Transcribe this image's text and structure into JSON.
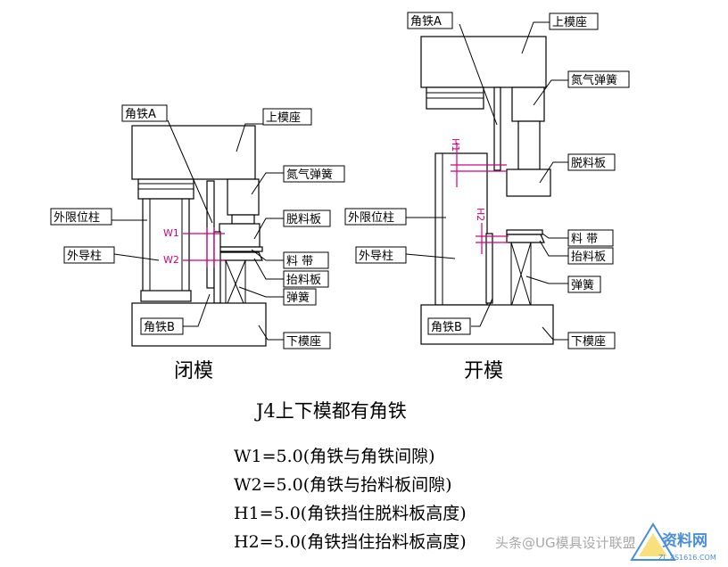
{
  "closed_view": {
    "caption": "闭模",
    "labels": {
      "angle_iron_a": "角铁A",
      "upper_die_seat": "上模座",
      "nitrogen_spring": "氮气弹簧",
      "stripper_plate": "脱料板",
      "outer_limit_post": "外限位柱",
      "outer_guide_post": "外导柱",
      "strip": "料 带",
      "lifter_plate": "抬料板",
      "spring": "弹簧",
      "angle_iron_b": "角铁B",
      "lower_die_seat": "下模座"
    },
    "dims": {
      "w1": "W1",
      "w2": "W2"
    }
  },
  "open_view": {
    "caption": "开模",
    "labels": {
      "angle_iron_a": "角铁A",
      "upper_die_seat": "上模座",
      "nitrogen_spring": "氮气弹簧",
      "stripper_plate": "脱料板",
      "outer_limit_post": "外限位柱",
      "outer_guide_post": "外导柱",
      "strip": "料 带",
      "lifter_plate": "抬料板",
      "spring": "弹簧",
      "angle_iron_b": "角铁B",
      "lower_die_seat": "下模座"
    },
    "dims": {
      "h1": "H1",
      "h2": "H2"
    }
  },
  "title": "J4上下模都有角铁",
  "notes": [
    "W1=5.0(角铁与角铁间隙)",
    "W2=5.0(角铁与抬料板间隙)",
    "H1=5.0(角铁挡住脱料板高度)",
    "H2=5.0(角铁挡住抬料板高度)"
  ],
  "watermark": {
    "text": "头条@UG模具设计联盟",
    "logo_text": "资料网",
    "url": "ZL.XS1616.COM"
  },
  "colors": {
    "line": "#000000",
    "dimension": "#d1007a",
    "watermark": "#2a7bd4"
  }
}
